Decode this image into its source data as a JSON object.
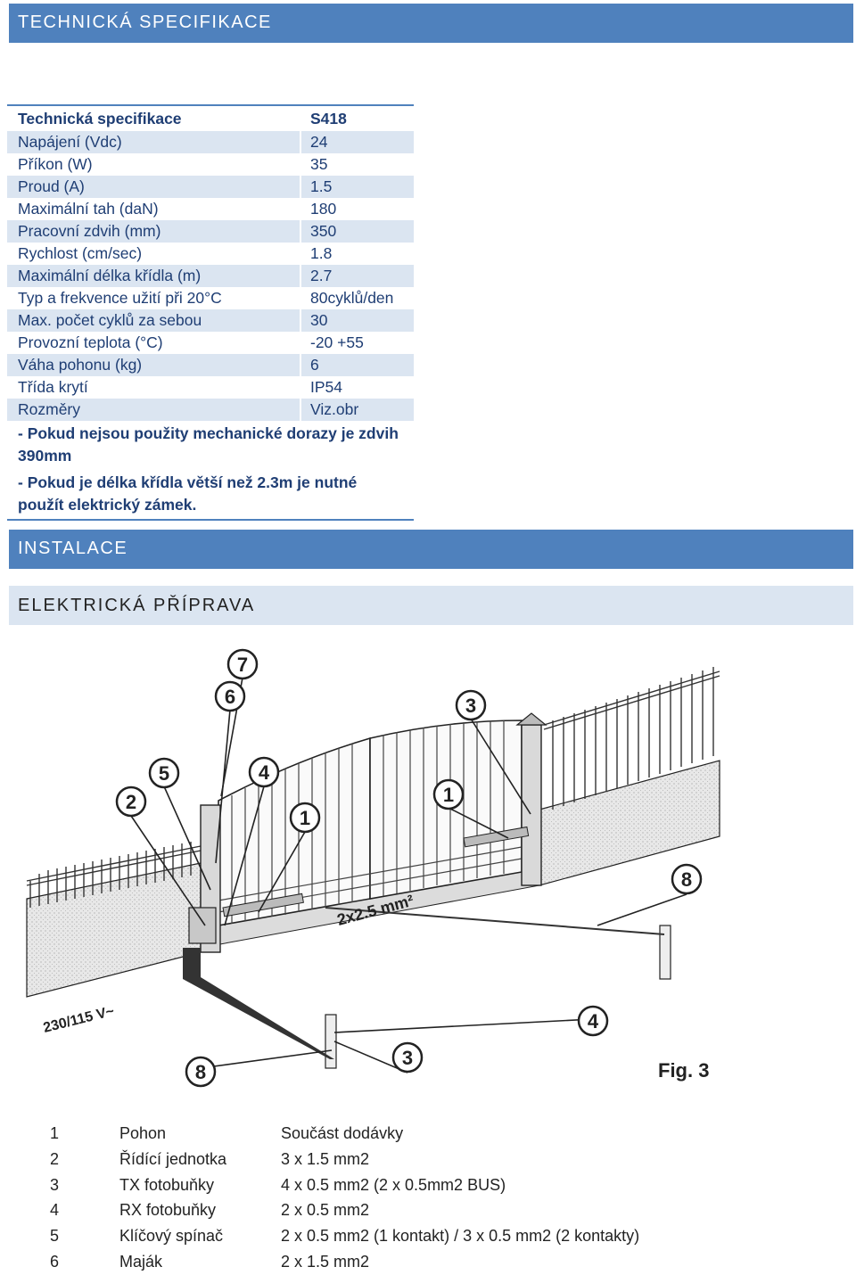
{
  "header": {
    "title": "TECHNICKÁ SPECIFIKACE"
  },
  "spec_table": {
    "header": [
      "Technická specifikace",
      "S418"
    ],
    "rows": [
      [
        "Napájení (Vdc)",
        "24"
      ],
      [
        "Příkon (W)",
        "35"
      ],
      [
        "Proud (A)",
        "1.5"
      ],
      [
        "Maximální tah (daN)",
        "180"
      ],
      [
        "Pracovní zdvih (mm)",
        "350"
      ],
      [
        "Rychlost (cm/sec)",
        "1.8"
      ],
      [
        "Maximální délka křídla (m)",
        "2.7"
      ],
      [
        "Typ a frekvence užití při 20°C",
        "80cyklů/den"
      ],
      [
        "Max. počet cyklů za sebou",
        "30"
      ],
      [
        "Provozní teplota (°C)",
        "-20 +55"
      ],
      [
        "Váha pohonu (kg)",
        "6"
      ],
      [
        "Třída krytí",
        "IP54"
      ],
      [
        "Rozměry",
        "Viz.obr"
      ]
    ],
    "notes": [
      "- Pokud nejsou použity mechanické dorazy je zdvih 390mm",
      "- Pokud je délka křídla větší než 2.3m je nutné použít elektrický zámek."
    ]
  },
  "installation": {
    "title": "INSTALACE",
    "subtitle": "ELEKTRICKÁ PŘÍPRAVA"
  },
  "figure": {
    "cable_label": "2x2.5 mm²",
    "power_label": "230/115 V~",
    "caption": "Fig. 3",
    "markers": [
      "7",
      "6",
      "5",
      "4",
      "2",
      "1",
      "3",
      "1",
      "8",
      "4",
      "3",
      "8"
    ]
  },
  "legend": [
    [
      "1",
      "Pohon",
      "Součást dodávky"
    ],
    [
      "2",
      "Řídící jednotka",
      "3 x 1.5 mm2"
    ],
    [
      "3",
      "TX fotobuňky",
      "4 x 0.5 mm2 (2 x 0.5mm2 BUS)"
    ],
    [
      "4",
      "RX fotobuňky",
      "2 x 0.5 mm2"
    ],
    [
      "5",
      "Klíčový spínač",
      "2 x 0.5 mm2 (1 kontakt) / 3 x 0.5 mm2 (2 kontakty)"
    ],
    [
      "6",
      "Maják",
      "2 x 1.5 mm2"
    ]
  ]
}
